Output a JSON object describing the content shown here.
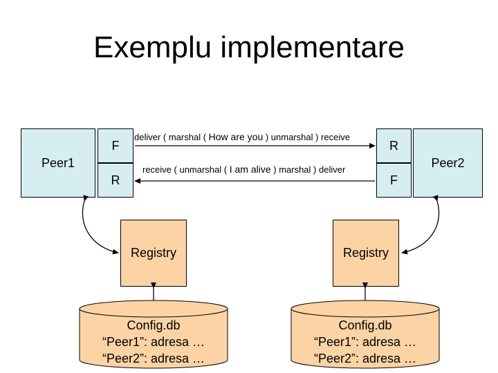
{
  "title": "Exemplu implementare",
  "peers": {
    "left": "Peer1",
    "right": "Peer2"
  },
  "left_side": {
    "top_label": "F",
    "bottom_label": "R",
    "registry": "Registry"
  },
  "right_side": {
    "top_label": "R",
    "bottom_label": "F",
    "registry": "Registry"
  },
  "messages": {
    "top": {
      "prefix": "deliver ( marshal ( ",
      "payload": "How are you",
      "suffix": "  ) unmarshal ) receive"
    },
    "bottom": {
      "prefix": "receive ( unmarshal ( ",
      "payload": "I am alive",
      "suffix": "  ) marshal ) deliver"
    }
  },
  "databases": {
    "left": {
      "line1": "Config.db",
      "line2": "“Peer1”: adresa …",
      "line3": "“Peer2”: adresa …"
    },
    "right": {
      "line1": "Config.db",
      "line2": "“Peer1”: adresa …",
      "line3": "“Peer2”: adresa …"
    }
  },
  "colors": {
    "peer_fill": "#d6eef2",
    "registry_fill": "#fbd3a5",
    "stroke": "#000000"
  }
}
